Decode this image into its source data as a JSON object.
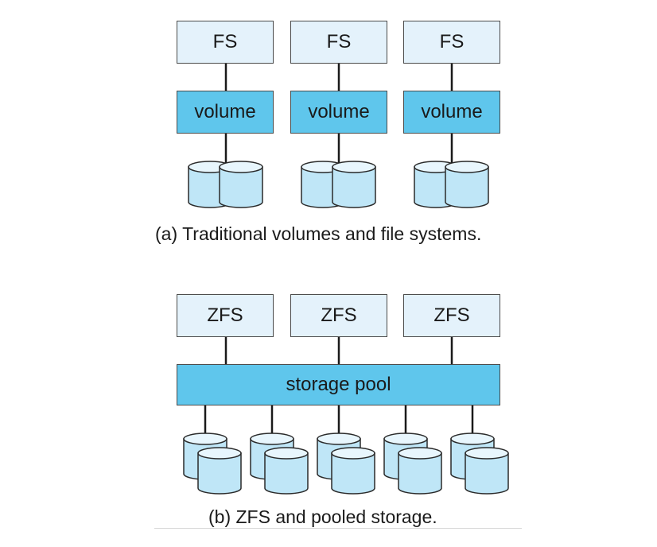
{
  "diagram_a": {
    "fs_labels": [
      "FS",
      "FS",
      "FS"
    ],
    "volume_labels": [
      "volume",
      "volume",
      "volume"
    ],
    "caption": "(a) Traditional volumes and file systems."
  },
  "diagram_b": {
    "zfs_labels": [
      "ZFS",
      "ZFS",
      "ZFS"
    ],
    "pool_label": "storage pool",
    "caption": "(b) ZFS and pooled storage."
  },
  "colors": {
    "fs_fill": "#e4f2fb",
    "volume_fill": "#5fc6ec",
    "disk_top": "#e8f6fd",
    "disk_body": "#bfe6f7",
    "line": "#1a1a1a"
  }
}
